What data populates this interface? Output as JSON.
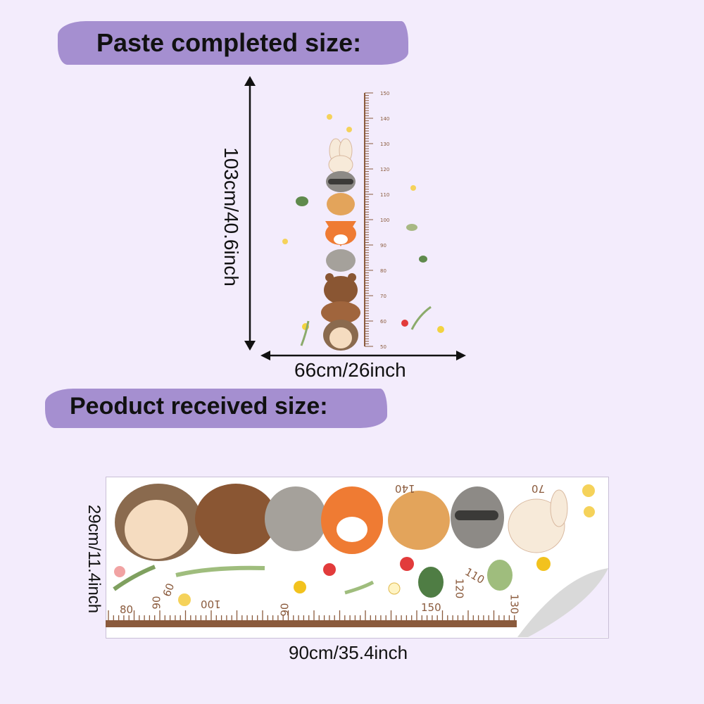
{
  "top_section": {
    "title": "Paste completed size:",
    "height_label": "103cm/40.6inch",
    "width_label": "66cm/26inch"
  },
  "bottom_section": {
    "title": "Peoduct received size:",
    "height_label": "29cm/11.4inch",
    "width_label": "90cm/35.4inch"
  },
  "ruler_vertical": {
    "ticks": [
      "150",
      "140",
      "130",
      "120",
      "110",
      "100",
      "90",
      "80",
      "70",
      "60",
      "50"
    ]
  },
  "ruler_strip": {
    "labels": [
      "80",
      "90",
      "100",
      "06",
      "150",
      "130"
    ],
    "flipped_labels": [
      "140",
      "70",
      "60",
      "110",
      "120"
    ]
  },
  "animals": [
    "rabbit",
    "raccoon",
    "deer",
    "fox",
    "wolf",
    "bear",
    "hedgehog"
  ],
  "colors": {
    "background": "#f3ecfc",
    "brush": "#a58fd0",
    "ruler": "#8a5a3c"
  }
}
